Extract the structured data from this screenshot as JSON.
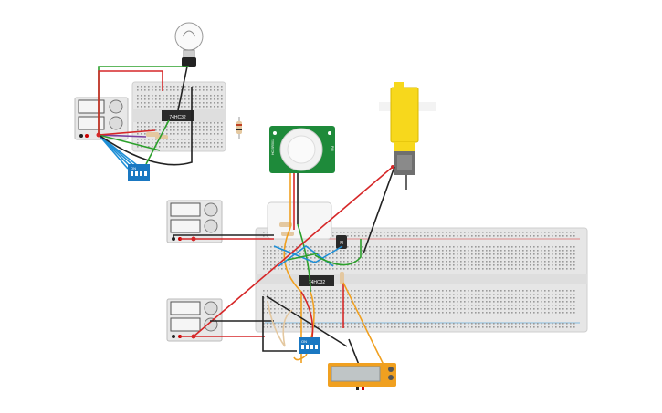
{
  "chips": {
    "top": "74HC32",
    "main": "74HC32"
  },
  "dip_switches": {
    "top": {
      "on_label": "ON",
      "numbers": "1 2 3 4"
    },
    "bottom": {
      "on_label": "ON",
      "numbers": "1 2 3 4"
    }
  },
  "pir": {
    "left_text": "HC-SR501",
    "right_text": "PIR"
  },
  "transistor": {
    "label": "N"
  },
  "multimeter": {
    "readout": ""
  },
  "colors": {
    "breadboard": "#e6e6e6",
    "wire_red": "#d62728",
    "wire_black": "#222222",
    "wire_green": "#2ca02c",
    "wire_orange": "#f0a020",
    "wire_blue": "#1f8fd6",
    "wire_purple": "#7b3fa0",
    "motor_yellow": "#f7d81c",
    "pir_green": "#1e8a3a",
    "dip_blue": "#1a78c2",
    "multimeter_orange": "#f0a020"
  }
}
